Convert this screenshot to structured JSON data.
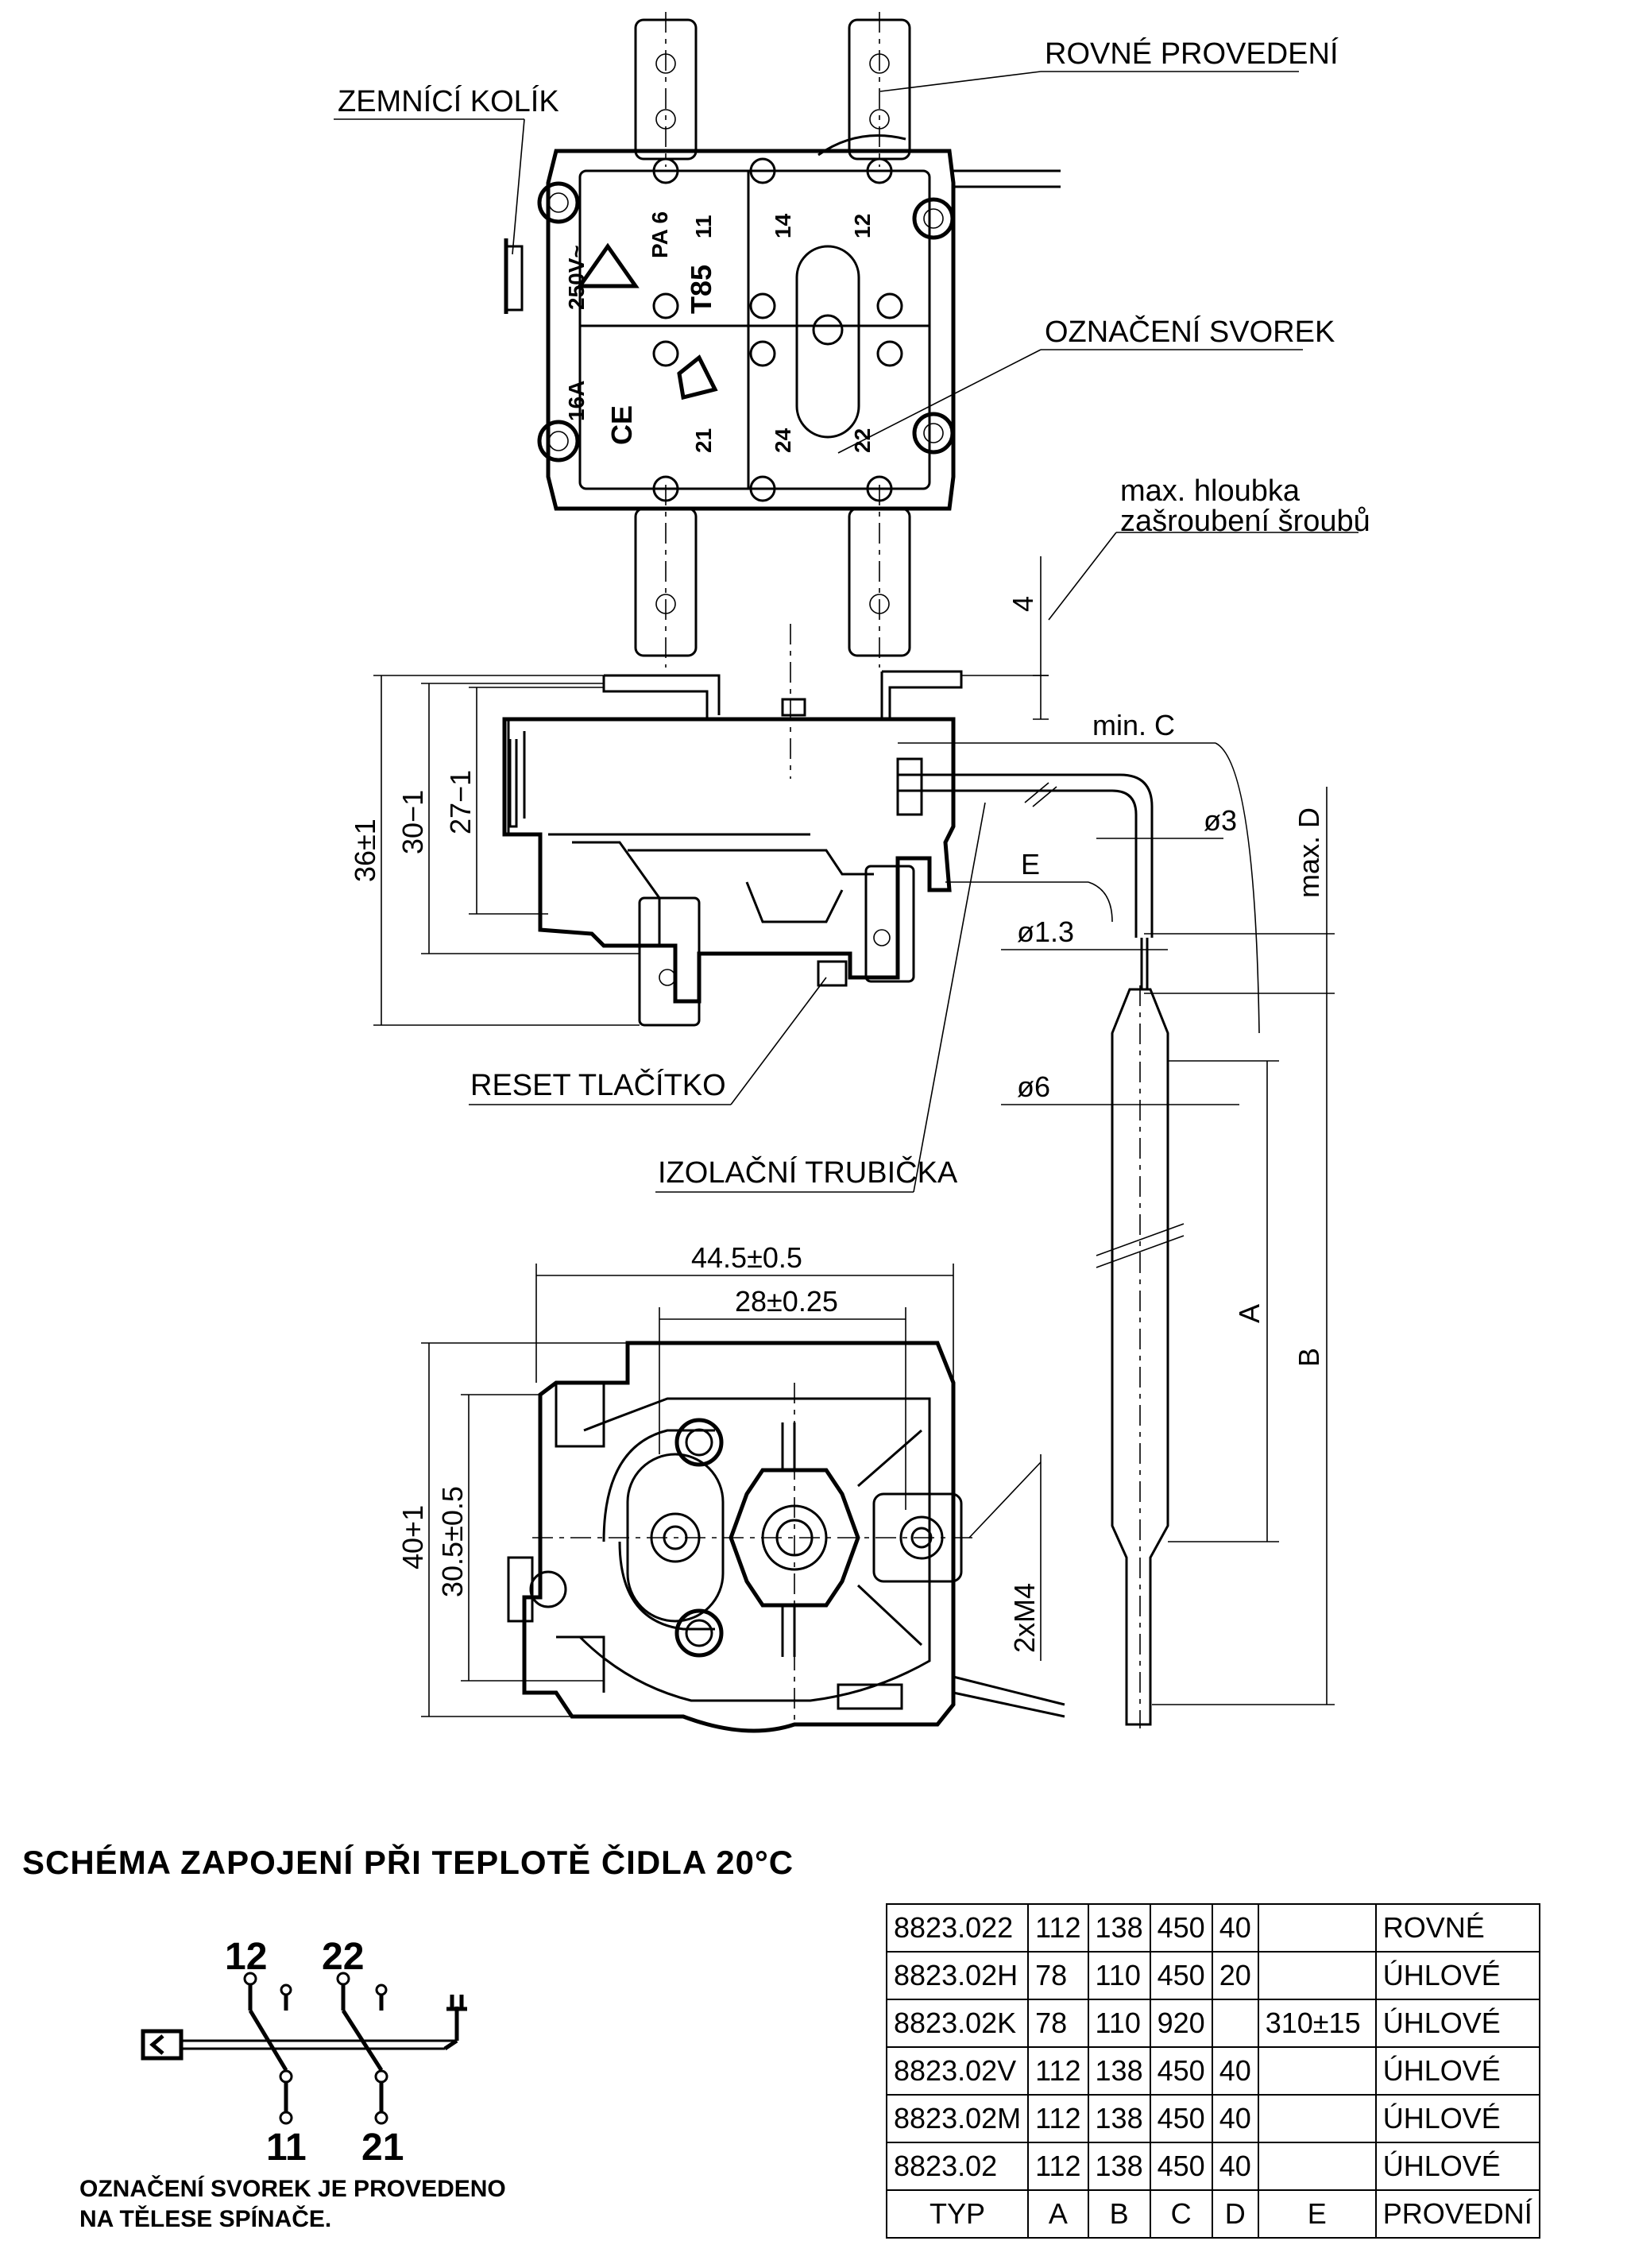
{
  "callouts": {
    "rovne_provedeni": "ROVNÉ PROVEDENÍ",
    "zemnici_kolik": "ZEMNÍCÍ KOLÍK",
    "oznaceni_svorek": "OZNAČENÍ SVOREK",
    "max_hloubka_1": "max. hloubka",
    "max_hloubka_2": "zašroubení šroubů",
    "reset_tlacitko": "RESET TLAČÍTKO",
    "izolacni_trubicka": "IZOLAČNÍ TRUBIČKA"
  },
  "body_markings": {
    "voltage": "250V~",
    "current": "16A",
    "material": "PA 6",
    "temp": "T85",
    "ce": "CE",
    "term_14": "14",
    "term_12": "12",
    "term_11": "11",
    "term_21": "21",
    "term_24": "24",
    "term_22": "22"
  },
  "dimensions": {
    "d4": "4",
    "d36": "36±1",
    "d30": "30−1",
    "d27": "27−1",
    "min_c": "min. C",
    "phi3": "ø3",
    "e": "E",
    "max_d": "max. D",
    "phi13": "ø1.3",
    "phi6": "ø6",
    "a": "A",
    "b": "B",
    "d445": "44.5±0.5",
    "d28": "28±0.25",
    "d40": "40+1",
    "d305": "30.5±0.5",
    "m4": "2xM4"
  },
  "schema": {
    "title": "SCHÉMA ZAPOJENÍ PŘI TEPLOTĚ ČIDLA 20°C",
    "t12": "12",
    "t22": "22",
    "t11": "11",
    "t21": "21",
    "note_1": "OZNAČENÍ SVOREK JE PROVEDENO",
    "note_2": "NA TĚLESE SPÍNAČE."
  },
  "table": {
    "rows": [
      [
        "8823.022",
        "112",
        "138",
        "450",
        "40",
        "",
        "ROVNÉ"
      ],
      [
        "8823.02H",
        "78",
        "110",
        "450",
        "20",
        "",
        "ÚHLOVÉ"
      ],
      [
        "8823.02K",
        "78",
        "110",
        "920",
        "",
        "310±15",
        "ÚHLOVÉ"
      ],
      [
        "8823.02V",
        "112",
        "138",
        "450",
        "40",
        "",
        "ÚHLOVÉ"
      ],
      [
        "8823.02M",
        "112",
        "138",
        "450",
        "40",
        "",
        "ÚHLOVÉ"
      ],
      [
        "8823.02",
        "112",
        "138",
        "450",
        "40",
        "",
        "ÚHLOVÉ"
      ]
    ],
    "header": [
      "TYP",
      "A",
      "B",
      "C",
      "D",
      "E",
      "PROVEDNÍ"
    ]
  }
}
